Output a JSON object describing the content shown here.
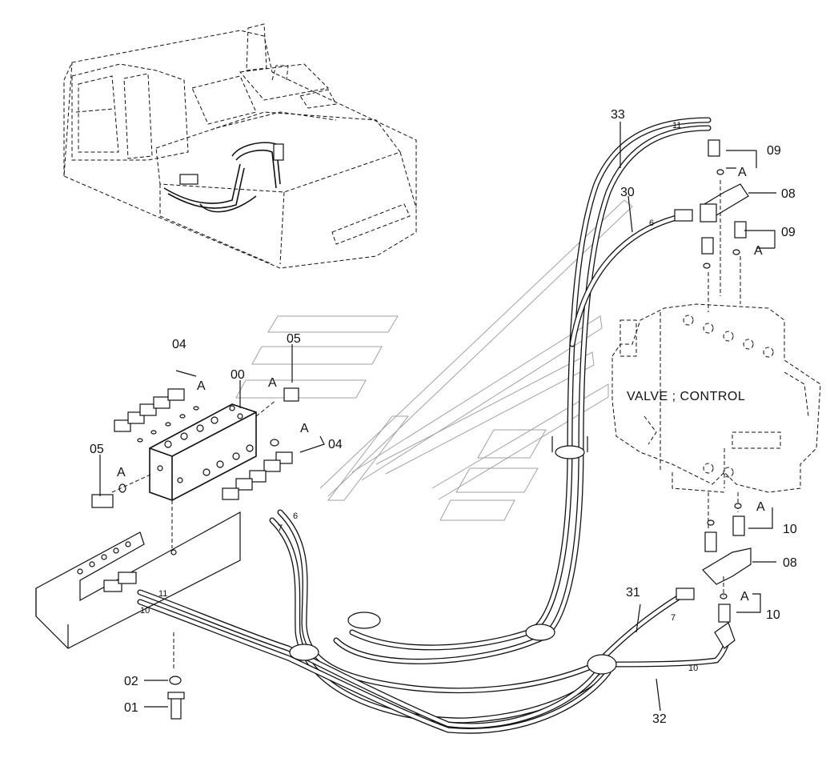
{
  "labels": {
    "valve_caption": "VALVE ; CONTROL",
    "p33": "33",
    "p30": "30",
    "p31": "31",
    "p32": "32",
    "p09a": "09",
    "p09b": "09",
    "p08a": "08",
    "p08b": "08",
    "p10a": "10",
    "p10b": "10",
    "p04a": "04",
    "p04b": "04",
    "p05a": "05",
    "p05b": "05",
    "p00": "00",
    "p02": "02",
    "p01": "01",
    "ref_a": "A"
  },
  "hose_marks": {
    "m11_top": "11",
    "m6_top": "6",
    "m6_mid": "6",
    "m7_mid": "7",
    "m11_low": "11",
    "m10_low": "10",
    "m7_right": "7",
    "m10_right": "10"
  }
}
